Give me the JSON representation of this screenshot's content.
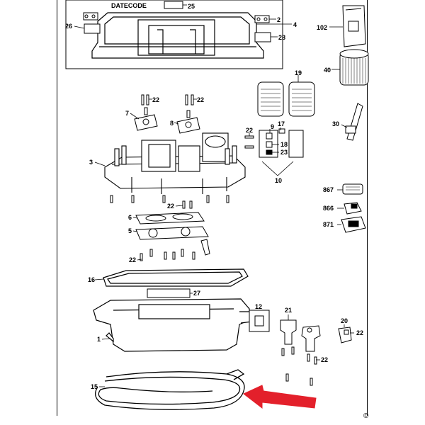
{
  "datecode_label": "DATECODE",
  "copyright": "©",
  "callouts": {
    "c25": "25",
    "c26": "26",
    "c2": "2",
    "c4": "4",
    "c28": "28",
    "c102": "102",
    "c40": "40",
    "c19": "19",
    "c30": "30",
    "c22a": "22",
    "c22b": "22",
    "c7": "7",
    "c8": "8",
    "c3": "3",
    "c22c": "22",
    "c9": "9",
    "c17": "17",
    "c18": "18",
    "c23": "23",
    "c10": "10",
    "c867": "867",
    "c866": "866",
    "c871": "871",
    "c22d": "22",
    "c6": "6",
    "c5": "5",
    "c22e": "22",
    "c16": "16",
    "c27": "27",
    "c12": "12",
    "c21": "21",
    "c20": "20",
    "c22f": "22",
    "c1": "1",
    "c22g": "22",
    "c15": "15"
  },
  "colors": {
    "arrow": "#e3202b",
    "line": "#000000"
  }
}
